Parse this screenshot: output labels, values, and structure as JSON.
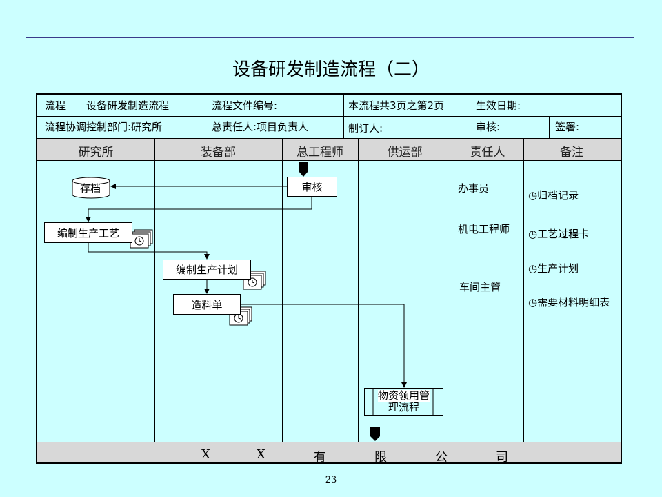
{
  "title": "设备研发制造流程（二）",
  "header": {
    "row1": [
      "流程",
      "设备研发制造流程",
      "流程文件编号:",
      "本流程共3页之第2页",
      "生效日期:"
    ],
    "row2": [
      "流程协调控制部门:研究所",
      "总责任人:项目负责人",
      "制订人:",
      "审核:",
      "签署:"
    ]
  },
  "lanes": [
    "研究所",
    "装备部",
    "总工程师",
    "供运部",
    "责任人",
    "备注"
  ],
  "nodes": {
    "archive": "存档",
    "review": "审核",
    "process_plan": "编制生产工艺",
    "production_plan": "编制生产计划",
    "material_list": "造料单",
    "material_mgmt_line1": "物资领用管",
    "material_mgmt_line2": "理流程"
  },
  "responsible": [
    "办事员",
    "机电工程师",
    "车间主管"
  ],
  "notes": [
    "归档记录",
    "工艺过程卡",
    "生产计划",
    "需要材料明细表"
  ],
  "footer": [
    "X",
    "X",
    "有",
    "限",
    "公",
    "司"
  ],
  "page_number": "23"
}
